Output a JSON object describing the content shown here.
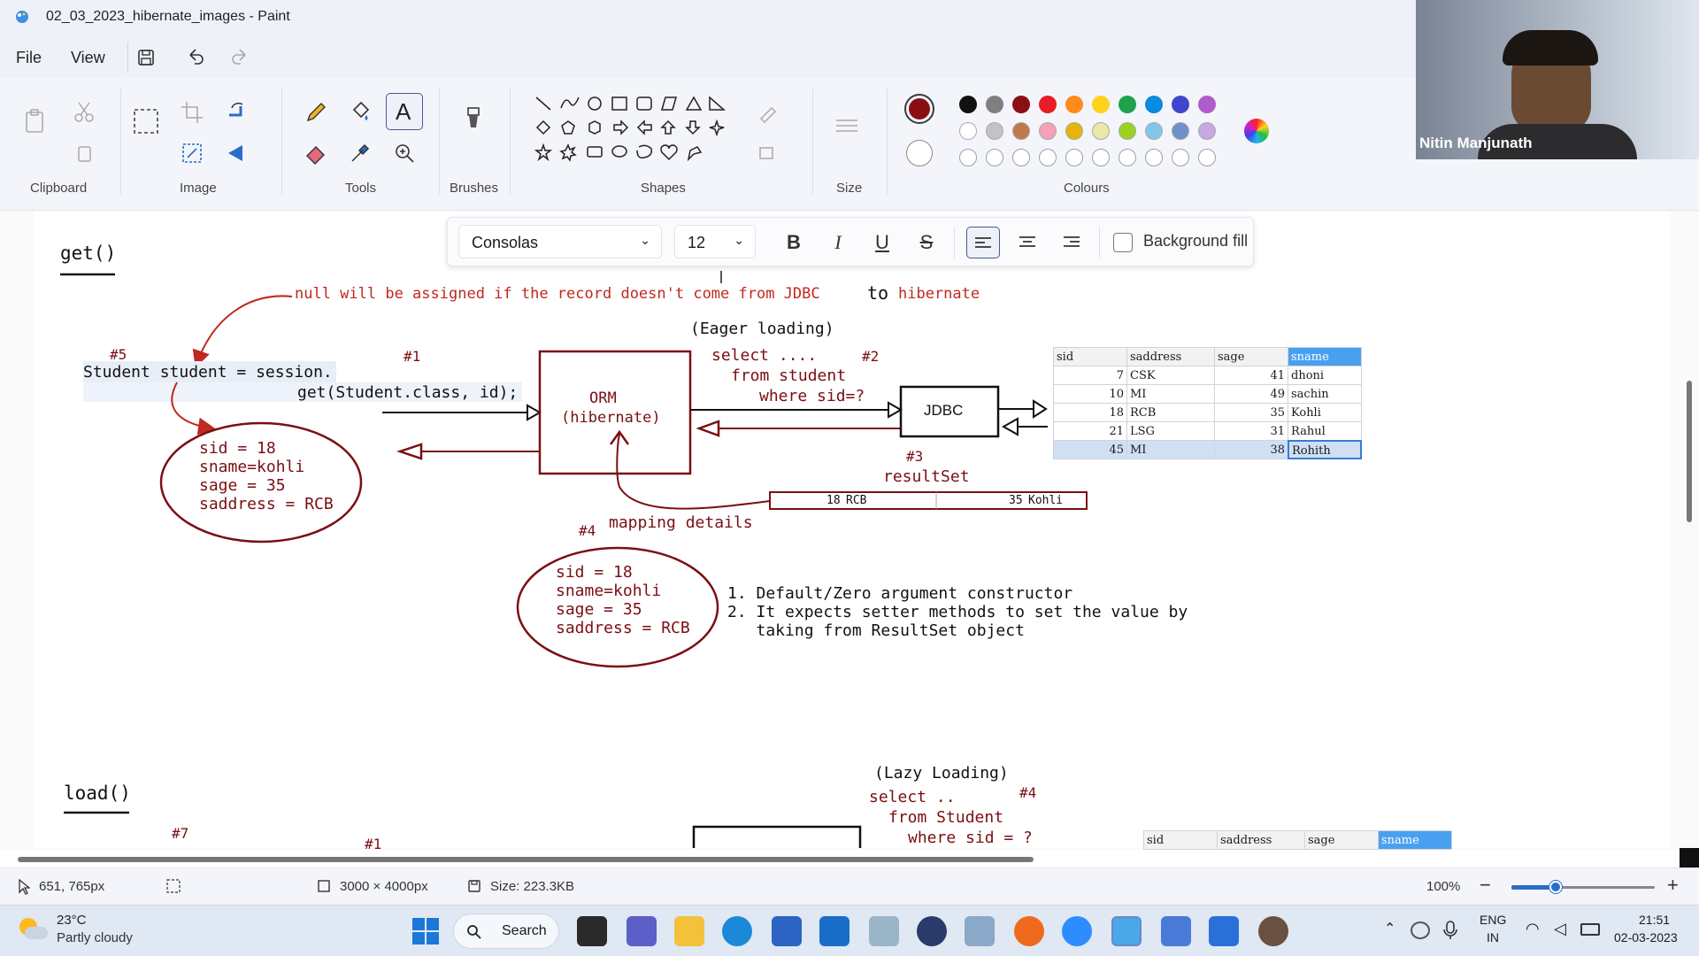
{
  "window": {
    "title": "02_03_2023_hibernate_images - Paint"
  },
  "menu": {
    "file": "File",
    "view": "View"
  },
  "ribbon": {
    "groups": {
      "clipboard": "Clipboard",
      "image": "Image",
      "tools": "Tools",
      "brushes": "Brushes",
      "shapes": "Shapes",
      "size": "Size",
      "colours": "Colours"
    },
    "primary_color": "#8b0e14",
    "palette_row1": [
      "#111111",
      "#7f7f7f",
      "#8b0e14",
      "#e81c24",
      "#ff8c1a",
      "#ffd21f",
      "#1fa24a",
      "#0a8ae0",
      "#3f48cc",
      "#b05cc8"
    ],
    "palette_row2": [
      "#ffffff",
      "#c3c3c3",
      "#c07a4a",
      "#f4a0b8",
      "#e8b40c",
      "#ece6a8",
      "#9ad21e",
      "#7fc8e8",
      "#7090c8",
      "#c8a8e0"
    ]
  },
  "webcam": {
    "name": "Nitin Manjunath"
  },
  "textbar": {
    "font": "Consolas",
    "size": "12",
    "bold": "B",
    "italic": "I",
    "underline": "U",
    "strike": "S",
    "background_fill": "Background fill"
  },
  "drawing": {
    "get_title": "get()",
    "null_note": "null will be assigned if the record doesn't come from JDBC",
    "null_note_to": "to",
    "null_note_end": "hibernate",
    "eager": "(Eager loading)",
    "step5": "#5",
    "step1": "#1",
    "step2": "#2",
    "step3": "#3",
    "step4": "#4",
    "code_line1": "Student student = session.",
    "code_line2": "get(Student.class, id);",
    "select_l1": "select ....",
    "select_l2": "from student",
    "select_l3": "where sid=?",
    "orm_l1": "ORM",
    "orm_l2": "(hibernate)",
    "jdbc": "JDBC",
    "resultset": "resultSet",
    "mapping": "mapping details",
    "obj1": [
      "sid = 18",
      "sname=kohli",
      "sage = 35",
      "saddress = RCB"
    ],
    "obj2": [
      "sid = 18",
      "sname=kohli",
      "sage = 35",
      "saddress = RCB"
    ],
    "rules": [
      "1. Default/Zero argument constructor",
      "2. It expects setter methods to set the value by",
      "   taking from ResultSet object"
    ],
    "table_headers": [
      "sid",
      "saddress",
      "sage",
      "sname"
    ],
    "table_rows": [
      [
        "7",
        "CSK",
        "41",
        "dhoni"
      ],
      [
        "10",
        "MI",
        "49",
        "sachin"
      ],
      [
        "18",
        "RCB",
        "35",
        "Kohli"
      ],
      [
        "21",
        "LSG",
        "31",
        "Rahul"
      ],
      [
        "45",
        "MI",
        "38",
        "Rohith"
      ]
    ],
    "resultset_row": [
      "18",
      "RCB",
      "35",
      "Kohli"
    ],
    "load_title": "load()",
    "lazy": "(Lazy Loading)",
    "step7": "#7",
    "lazy_select_l1": "select ..",
    "lazy_select_l2": "from Student",
    "lazy_select_l3": "where sid = ?",
    "table2_headers": [
      "sid",
      "saddress",
      "sage",
      "sname"
    ]
  },
  "statusbar": {
    "cursor": "651, 765px",
    "dimensions": "3000 × 4000px",
    "size": "Size: 223.3KB",
    "zoom": "100%"
  },
  "taskbar": {
    "weather_temp": "23°C",
    "weather_desc": "Partly cloudy",
    "search": "Search",
    "lang1": "ENG",
    "lang2": "IN",
    "time": "21:51",
    "date": "02-03-2023"
  }
}
